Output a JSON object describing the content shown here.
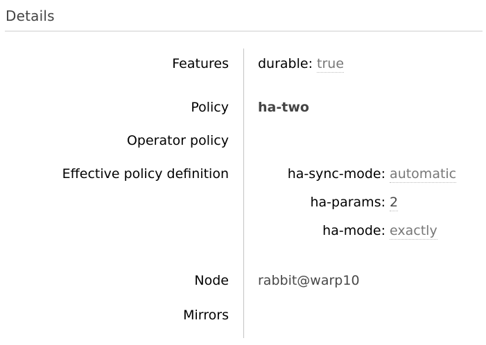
{
  "section": {
    "title": "Details"
  },
  "facts": {
    "features": {
      "label": "Features",
      "entries": [
        {
          "key": "durable:",
          "value": "true"
        }
      ]
    },
    "policy": {
      "label": "Policy",
      "value": "ha-two"
    },
    "operator_policy": {
      "label": "Operator policy",
      "value": ""
    },
    "effective_policy_definition": {
      "label": "Effective policy definition",
      "entries": [
        {
          "key": "ha-sync-mode:",
          "value": "automatic",
          "muted": true
        },
        {
          "key": "ha-params:",
          "value": "2",
          "muted": false
        },
        {
          "key": "ha-mode:",
          "value": "exactly",
          "muted": true
        }
      ]
    },
    "node": {
      "label": "Node",
      "value": "rabbit@warp10"
    },
    "mirrors": {
      "label": "Mirrors",
      "value": ""
    }
  },
  "colors": {
    "heading": "#444444",
    "label": "#000000",
    "value": "#484848",
    "muted_value": "#777777",
    "dotted_underline": "#bbbbbb",
    "column_divider": "#c4c4c4",
    "section_rule": "#e5e5e5"
  }
}
